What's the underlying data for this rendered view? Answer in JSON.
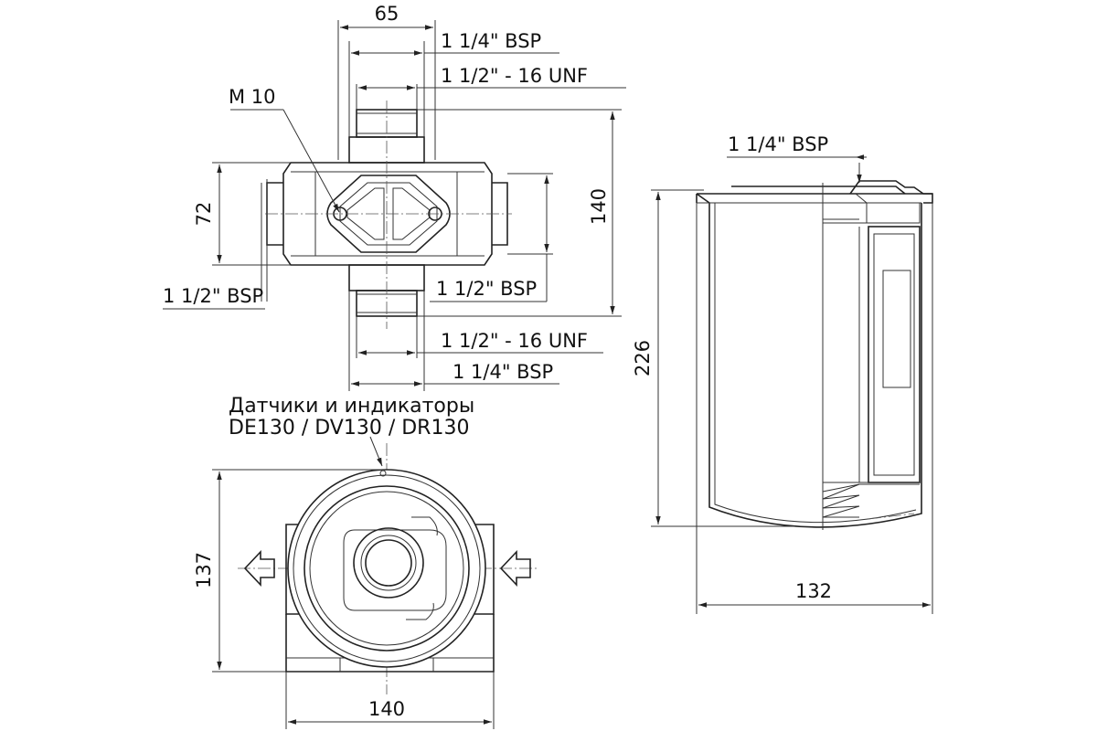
{
  "labels": {
    "top_width": "65",
    "top_bsp_top": "1 1/4\" BSP",
    "top_unf_top": "1 1/2\" - 16 UNF",
    "m10": "M 10",
    "height_72": "72",
    "height_140": "140",
    "side_bsp_left": "1 1/2\" BSP",
    "side_bsp_right": "1 1/2\" BSP",
    "bottom_unf": "1 1/2\" - 16 UNF",
    "bottom_bsp": "1 1/4\" BSP",
    "note_line1": "Датчики и индикаторы",
    "note_line2": "DE130 / DV130 / DR130",
    "height_137": "137",
    "width_140": "140",
    "right_bsp": "1 1/4\" BSP",
    "height_226": "226",
    "width_132": "132"
  }
}
